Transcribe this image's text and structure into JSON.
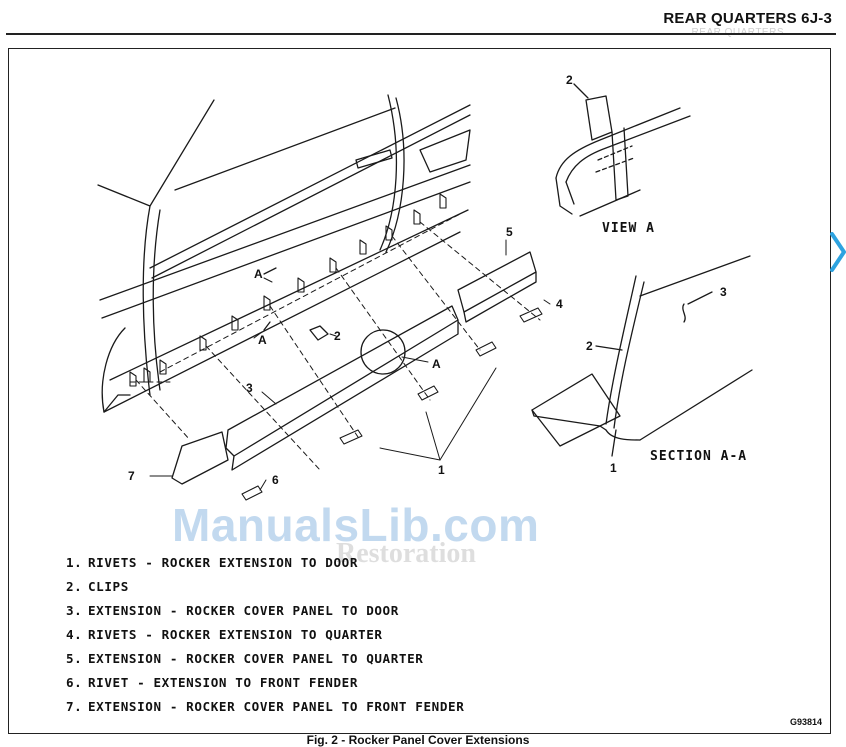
{
  "header": {
    "title": "REAR QUARTERS",
    "page_code": "6J-3",
    "ghost_text": "REAR QUARTERS"
  },
  "callouts": {
    "c1": "1",
    "c2": "2",
    "c3": "3",
    "c4": "4",
    "c5": "5",
    "c6": "6",
    "c7": "7",
    "view_a_2": "2",
    "section_1": "1",
    "section_2": "2",
    "section_3": "3",
    "section_marker_a1": "A",
    "section_marker_a2": "A",
    "circle_a": "A"
  },
  "views": {
    "view_a": "VIEW A",
    "section_aa": "SECTION A-A"
  },
  "legend": [
    {
      "num": "1.",
      "text": "RIVETS - ROCKER EXTENSION TO DOOR"
    },
    {
      "num": "2.",
      "text": "CLIPS"
    },
    {
      "num": "3.",
      "text": "EXTENSION - ROCKER COVER PANEL TO DOOR"
    },
    {
      "num": "4.",
      "text": "RIVETS - ROCKER EXTENSION TO QUARTER"
    },
    {
      "num": "5.",
      "text": "EXTENSION - ROCKER COVER PANEL TO QUARTER"
    },
    {
      "num": "6.",
      "text": "RIVET - EXTENSION TO FRONT FENDER"
    },
    {
      "num": "7.",
      "text": "EXTENSION - ROCKER COVER PANEL TO FRONT FENDER"
    }
  ],
  "watermark": {
    "site": "ManualsLib.com",
    "faint": "Restoration"
  },
  "figure": {
    "code": "G93814",
    "caption": "Fig. 2 - Rocker Panel Cover Extensions"
  }
}
